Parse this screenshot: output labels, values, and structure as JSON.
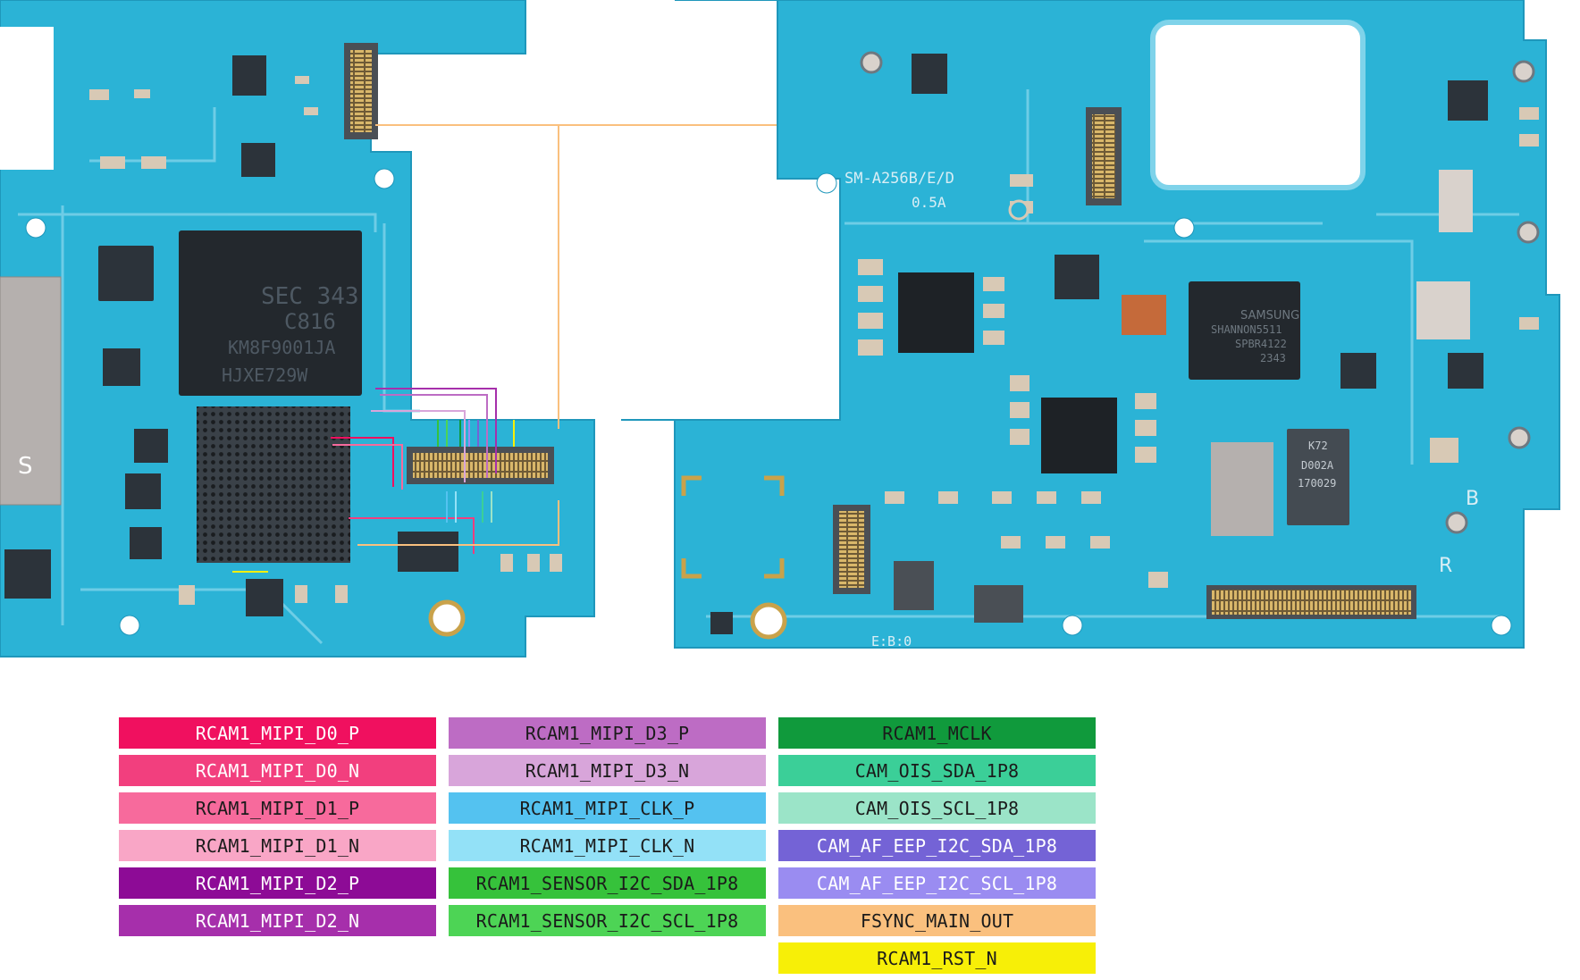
{
  "board": {
    "silkscreen": {
      "model": "SM-A256B/E/D",
      "rev": "0.5A",
      "bottom_mark": "E:B:0",
      "label_b": "B",
      "label_r": "R",
      "label_s": "S"
    },
    "chips": {
      "ap_line1": "SEC 343",
      "ap_line2": "C816",
      "ap_line3": "KM8F9001JA",
      "ap_line4": "HJXE729W",
      "modem_line1": "SAMSUNG",
      "modem_line2": "SHANNON5511",
      "modem_line3": "SPBR4122",
      "modem_line4": "2343",
      "rf_line1": "K72",
      "rf_line2": "D002A",
      "rf_line3": "170029"
    },
    "colors": {
      "pcb": "#2bb3d6",
      "pcb_dark": "#1f97bb",
      "trace": "#7fd3ea",
      "chip": "#1e2226",
      "gold": "#c9a24a",
      "pad": "#d8c9b5"
    }
  },
  "legend": {
    "columns": [
      [
        {
          "label": "RCAM1_MIPI_D0_P",
          "bg": "#f0105f",
          "fg": "#ffffff"
        },
        {
          "label": "RCAM1_MIPI_D0_N",
          "bg": "#f23f7e",
          "fg": "#ffffff"
        },
        {
          "label": "RCAM1_MIPI_D1_P",
          "bg": "#f76a9c",
          "fg": "#1b1b1b"
        },
        {
          "label": "RCAM1_MIPI_D1_N",
          "bg": "#f9a6c6",
          "fg": "#1b1b1b"
        },
        {
          "label": "RCAM1_MIPI_D2_P",
          "bg": "#8d0b96",
          "fg": "#ffffff"
        },
        {
          "label": "RCAM1_MIPI_D2_N",
          "bg": "#a62fab",
          "fg": "#ffffff"
        }
      ],
      [
        {
          "label": "RCAM1_MIPI_D3_P",
          "bg": "#bd6cc4",
          "fg": "#1b1b1b"
        },
        {
          "label": "RCAM1_MIPI_D3_N",
          "bg": "#d8a5da",
          "fg": "#1b1b1b"
        },
        {
          "label": "RCAM1_MIPI_CLK_P",
          "bg": "#54c2f0",
          "fg": "#1b1b1b"
        },
        {
          "label": "RCAM1_MIPI_CLK_N",
          "bg": "#93e1f7",
          "fg": "#1b1b1b"
        },
        {
          "label": "RCAM1_SENSOR_I2C_SDA_1P8",
          "bg": "#36c23b",
          "fg": "#1b1b1b"
        },
        {
          "label": "RCAM1_SENSOR_I2C_SCL_1P8",
          "bg": "#4dd455",
          "fg": "#1b1b1b"
        }
      ],
      [
        {
          "label": "RCAM1_MCLK",
          "bg": "#109a3c",
          "fg": "#1b1b1b"
        },
        {
          "label": "CAM_OIS_SDA_1P8",
          "bg": "#3bcf98",
          "fg": "#1b1b1b"
        },
        {
          "label": "CAM_OIS_SCL_1P8",
          "bg": "#9be4c8",
          "fg": "#1b1b1b"
        },
        {
          "label": "CAM_AF_EEP_I2C_SDA_1P8",
          "bg": "#7463d6",
          "fg": "#ffffff"
        },
        {
          "label": "CAM_AF_EEP_I2C_SCL_1P8",
          "bg": "#9a8cf1",
          "fg": "#ffffff"
        },
        {
          "label": "FSYNC_MAIN_OUT",
          "bg": "#fac07e",
          "fg": "#1b1b1b"
        },
        {
          "label": "RCAM1_RST_N",
          "bg": "#f7ef07",
          "fg": "#1b1b1b"
        }
      ]
    ]
  }
}
